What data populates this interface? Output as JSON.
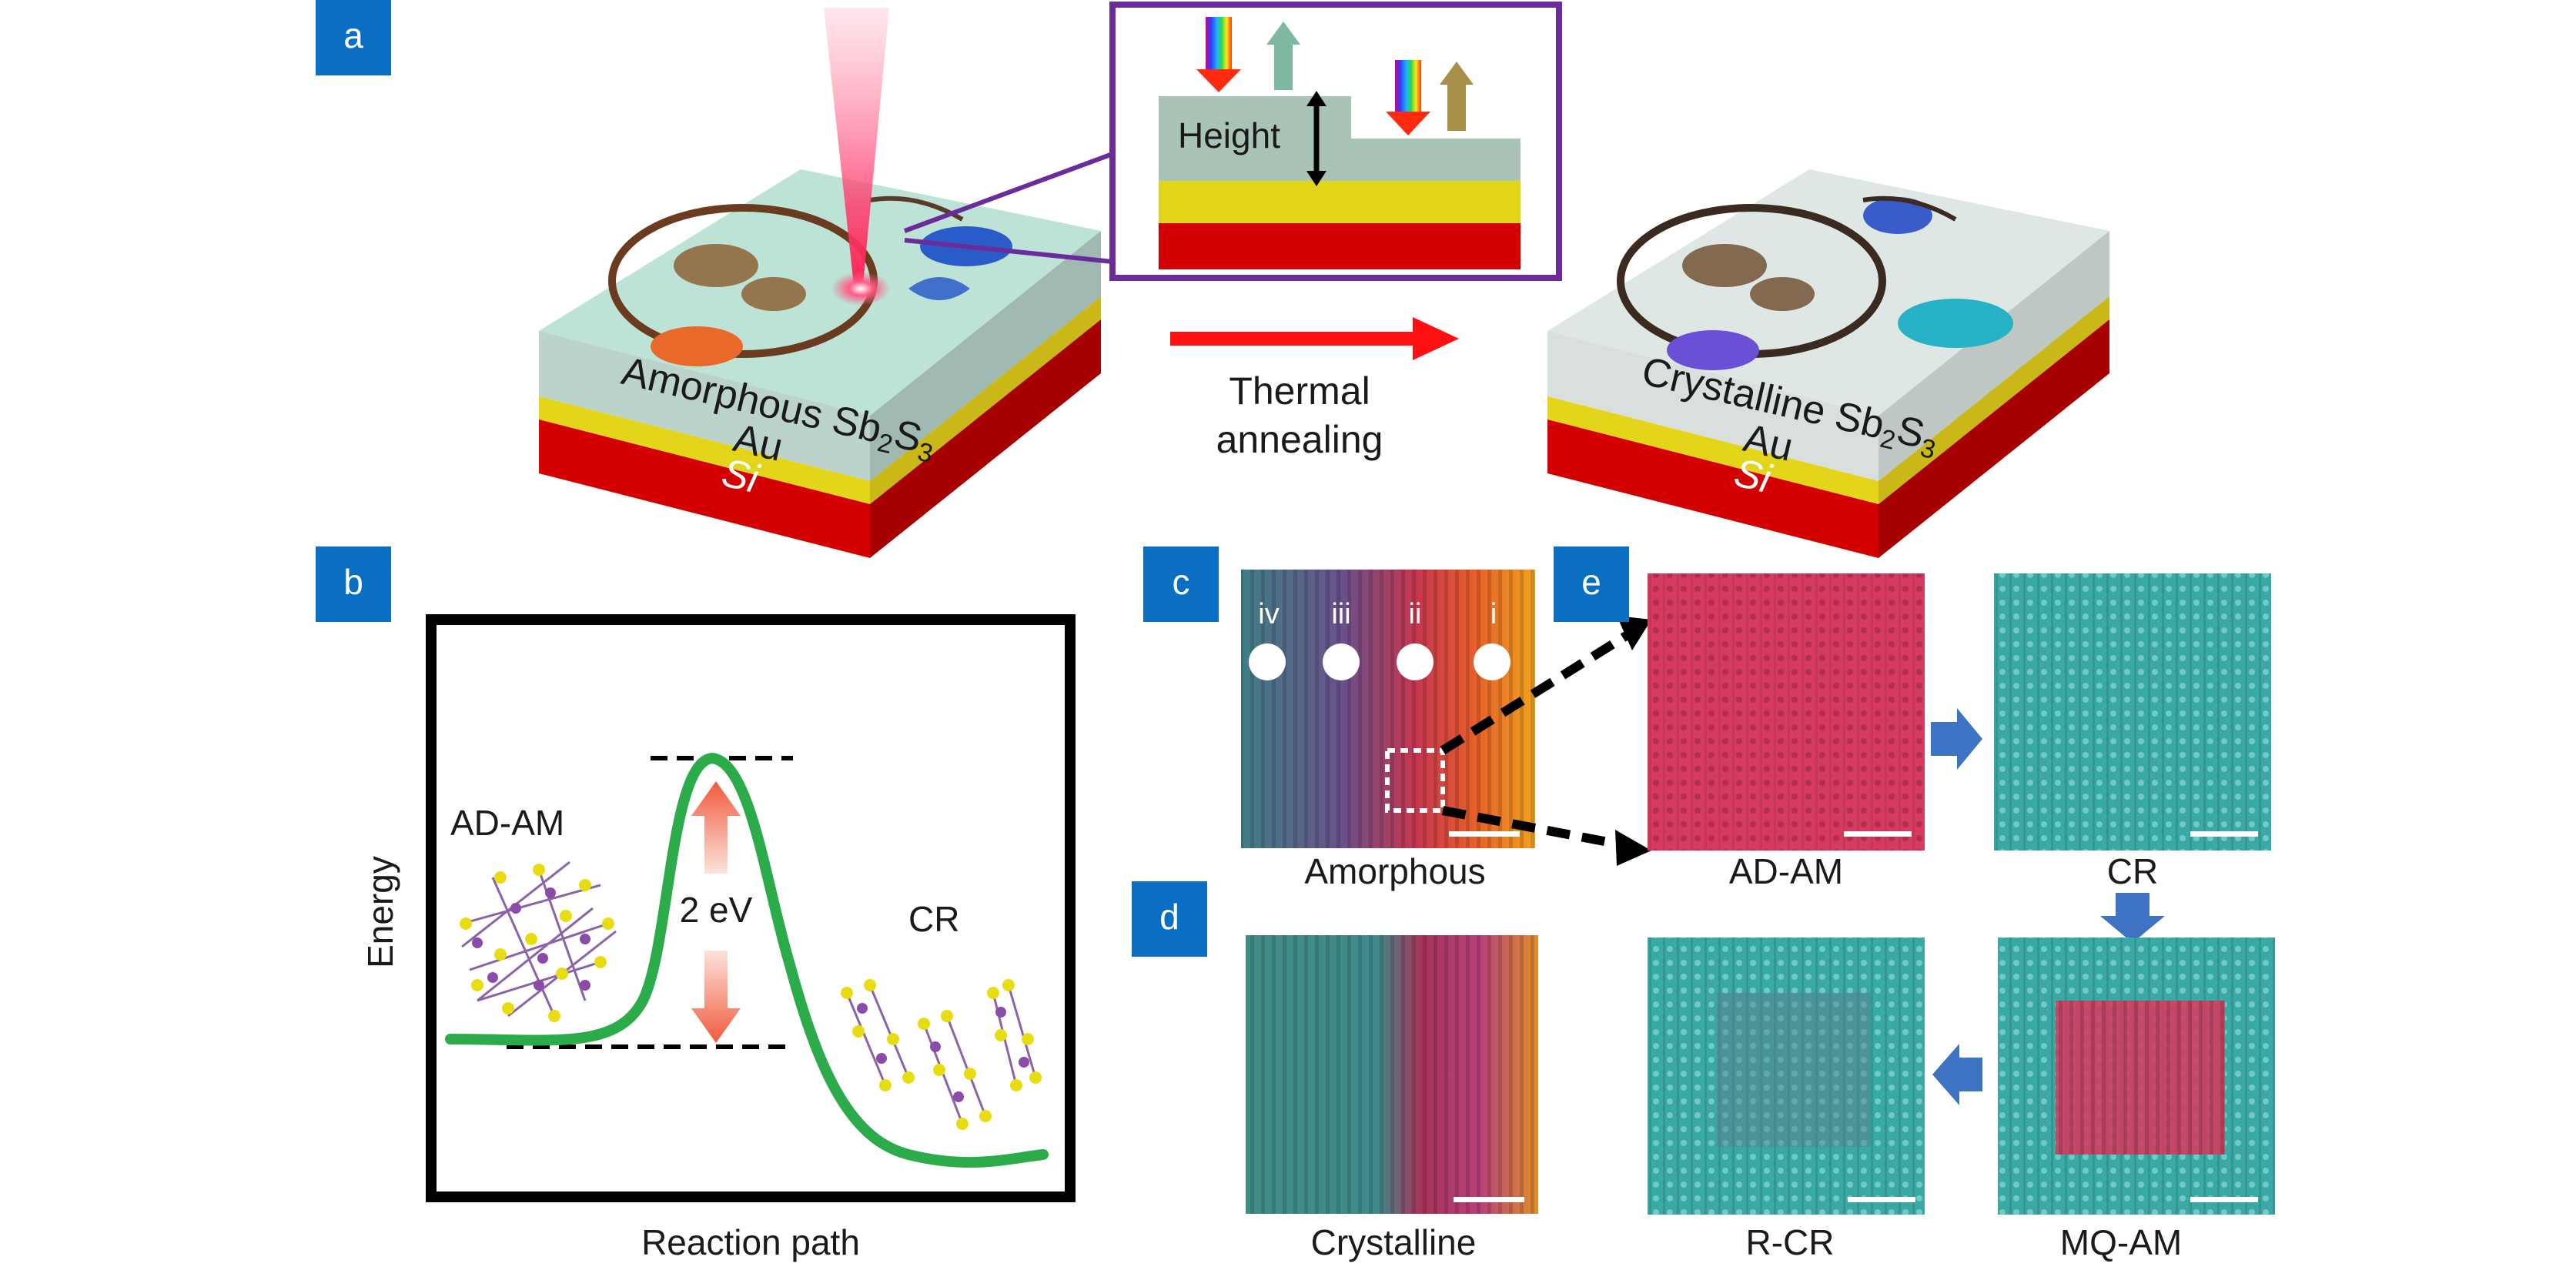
{
  "panels": {
    "a": "a",
    "b": "b",
    "c": "c",
    "d": "d",
    "e": "e"
  },
  "panel_a": {
    "left_film": {
      "pre": "Amorphous Sb",
      "sub1": "2",
      "mid": "S",
      "sub2": "3"
    },
    "right_film": {
      "pre": "Crystalline Sb",
      "sub1": "2",
      "mid": "S",
      "sub2": "3"
    },
    "gold_layer": "Au",
    "silicon_layer": "Si",
    "inset_height_label": "Height",
    "process_line1": "Thermal",
    "process_line2": "annealing"
  },
  "panel_b": {
    "y_axis_label": "Energy",
    "x_axis_label": "Reaction path",
    "left_state": "AD-AM",
    "right_state": "CR",
    "barrier_label": "2 eV"
  },
  "panel_c": {
    "caption": "Amorphous",
    "regions": [
      "iv",
      "iii",
      "ii",
      "i"
    ]
  },
  "panel_d": {
    "caption": "Crystalline"
  },
  "panel_e": {
    "captions": {
      "ad_am": "AD-AM",
      "cr": "CR",
      "mq_am": "MQ-AM",
      "r_cr": "R-CR"
    }
  },
  "colors": {
    "badge": "#0a6fc2",
    "silicon": "#d40000",
    "gold": "#e3d61a",
    "film": "#b9d6c9",
    "arrow_red": "#ff1010",
    "curve_green": "#2bab4a",
    "magnification_frame": "#6a2c9a",
    "flow_arrow": "#3e73c4"
  }
}
